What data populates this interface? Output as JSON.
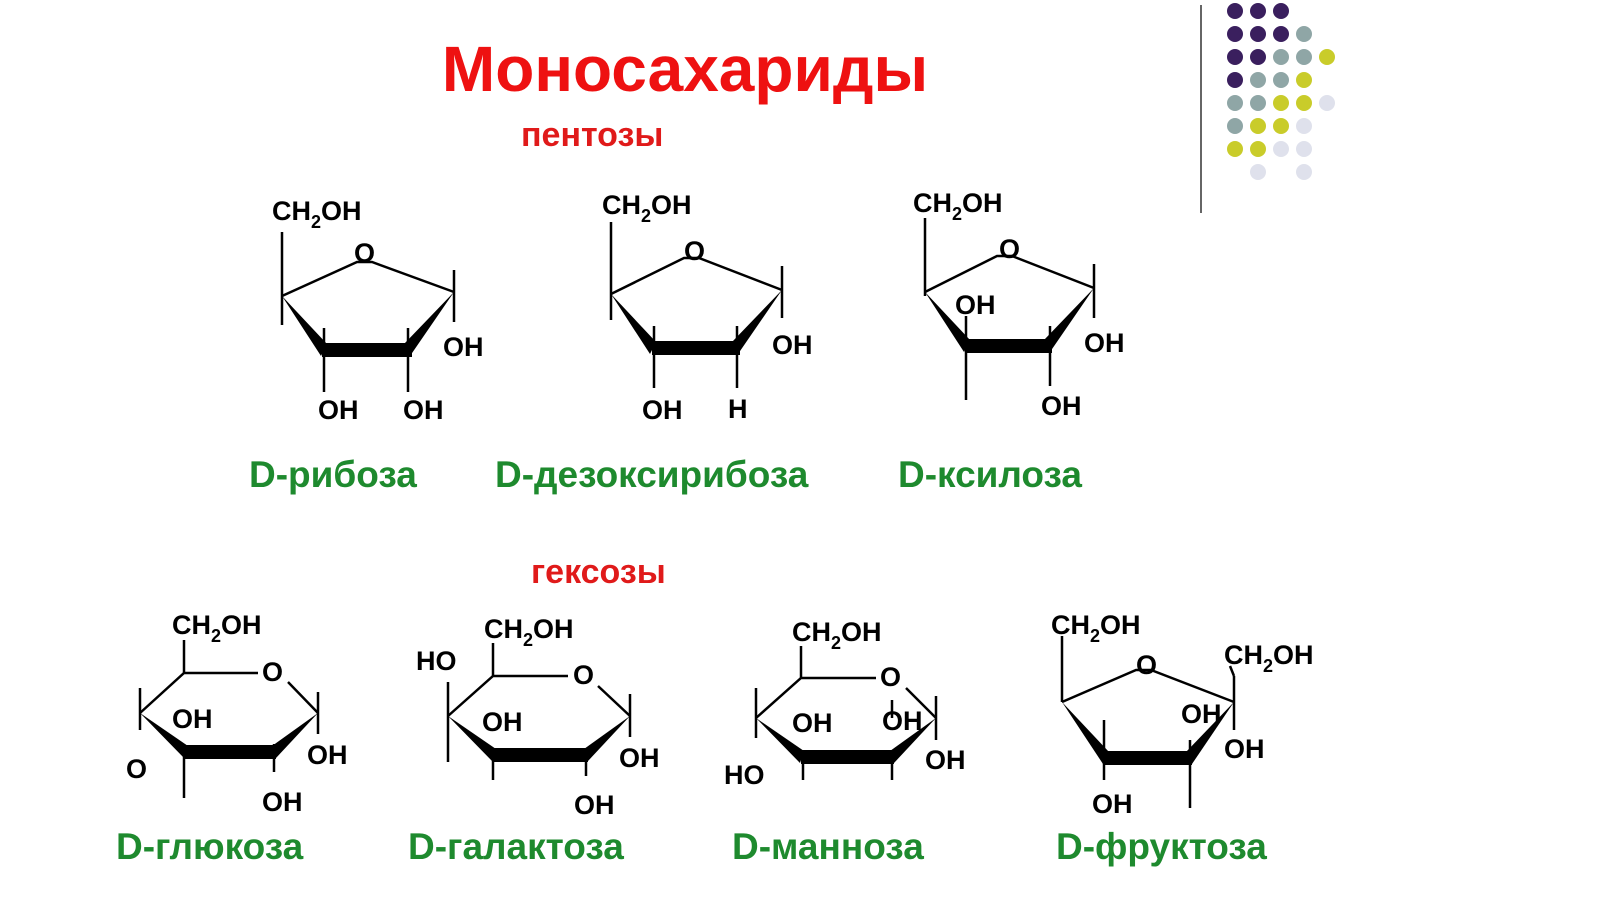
{
  "title": "Моносахариды",
  "sections": {
    "pentoses": "пентозы",
    "hexoses": "гексозы"
  },
  "names": {
    "ribose": "D-рибоза",
    "deoxyribose": "D-дезоксирибоза",
    "xylose": "D-ксилоза",
    "glucose": "D-глюкоза",
    "galactose": "D-галактоза",
    "mannose": "D-манноза",
    "fructose": "D-фруктоза"
  },
  "atoms": {
    "ch2": "CH",
    "two": "2",
    "oh_tail": "OH",
    "o": "O",
    "oh": "OH",
    "ho": "HO",
    "h": "H"
  },
  "colors": {
    "title": "#ee1111",
    "section": "#e01a1a",
    "names": "#1e8a2e",
    "dot_purple": "#3a1f5e",
    "dot_gray": "#8fa6a6",
    "dot_lime": "#c9cc2a",
    "dot_light": "#dfe1ec"
  }
}
